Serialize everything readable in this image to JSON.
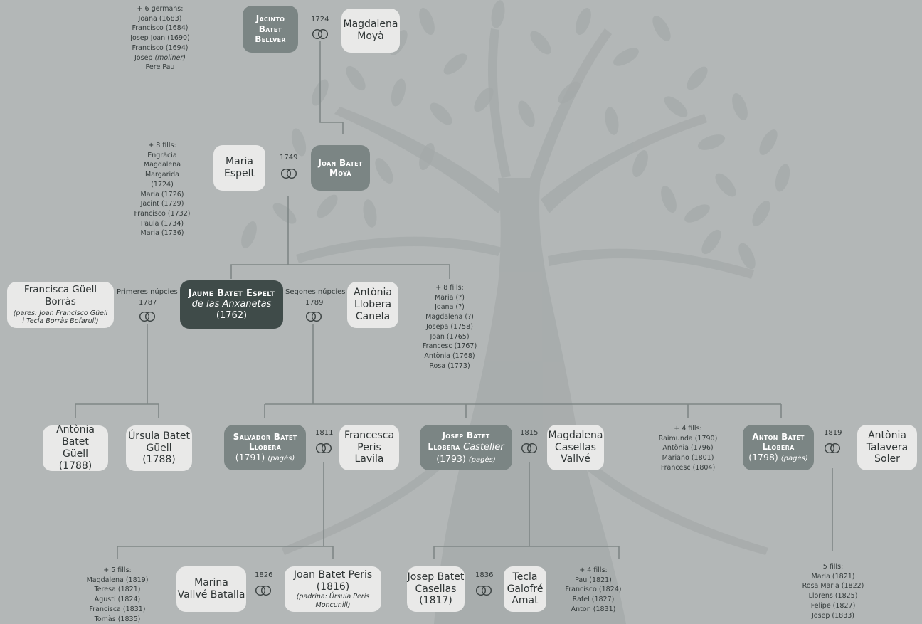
{
  "colors": {
    "background": "#b3b7b7",
    "tree_silhouette": "#a5aaaa",
    "box_light": "#e9e9e8",
    "box_mid": "#7b8584",
    "box_dark": "#3f4b49",
    "connector": "#7f8786"
  },
  "icons": {
    "marriage": "marriage-rings-icon"
  },
  "gen1": {
    "jacinto": {
      "line1": "Jacinto",
      "line2": "Batet",
      "line3": "Bellver"
    },
    "magdalena": {
      "line1": "Magdalena",
      "line2": "Moyà"
    },
    "marriage_year": "1724",
    "siblings": [
      "+ 6 germans:",
      "Joana (1683)",
      "Francisco (1684)",
      "Josep Joan (1690)",
      "Francisco (1694)",
      "Josep ",
      "(moliner)",
      "Pere Pau"
    ]
  },
  "gen2": {
    "maria": {
      "line1": "Maria",
      "line2": "Espelt"
    },
    "joan": {
      "line1": "Joan Batet",
      "line2": "Moyà"
    },
    "marriage_year": "1749",
    "children": [
      "+ 8 fills:",
      "Engràcia",
      "Magdalena",
      "Margarida",
      "(1724)",
      "Maria (1726)",
      "Jacint (1729)",
      "Francisco (1732)",
      "Paula (1734)",
      "Maria (1736)"
    ]
  },
  "gen3": {
    "francisca": {
      "name": "Francisca Güell Borràs",
      "note1": "(pares: Joan Francisco Güell",
      "note2": "i Tecla Borràs Bofarull)"
    },
    "first_marriage_label": "Primeres núpcies",
    "first_marriage_year": "1787",
    "jaume": {
      "line1": "Jaume Batet Espelt",
      "line2": "de las Anxanetas",
      "line3": "(1762)"
    },
    "second_marriage_label": "Segones núpcies",
    "second_marriage_year": "1789",
    "antonia": {
      "line1": "Antònia",
      "line2": "Llobera",
      "line3": "Canela"
    },
    "children": [
      "+ 8 fills:",
      "Maria (?)",
      "Joana (?)",
      "Magdalena (?)",
      "Josepa (1758)",
      "Joan (1765)",
      "Francesc (1767)",
      "Antònia (1768)",
      "Rosa (1773)"
    ]
  },
  "gen4": {
    "antonia_guell": {
      "line1": "Antònia Batet",
      "line2": "Güell",
      "line3": "(1788)"
    },
    "ursula": {
      "line1": "Úrsula Batet",
      "line2": "Güell",
      "line3": "(1788)"
    },
    "salvador": {
      "line1": "Salvador Batet",
      "line2": "Llobera",
      "line3": "(1791) ",
      "occupation": "(pagès)"
    },
    "salvador_marriage_year": "1811",
    "francesca": {
      "line1": "Francesca",
      "line2": "Peris",
      "line3": "Lavila"
    },
    "josep": {
      "line1": "Josep Batet",
      "line2": "Llobera ",
      "nickname": "Casteller",
      "line3": "(1793) ",
      "occupation": "(pagès)"
    },
    "josep_marriage_year": "1815",
    "magdalena_c": {
      "line1": "Magdalena",
      "line2": "Casellas",
      "line3": "Vallvé"
    },
    "siblings": [
      "+ 4 fills:",
      "Raimunda (1790)",
      "Antònia (1796)",
      "Mariano (1801)",
      "Francesc (1804)"
    ],
    "anton": {
      "line1": "Anton Batet",
      "line2": "Llobera",
      "line3": "(1798) ",
      "occupation": "(pagès)"
    },
    "anton_marriage_year": "1819",
    "antonia_t": {
      "line1": "Antònia",
      "line2": "Talavera",
      "line3": "Soler"
    }
  },
  "gen5": {
    "salvador_children": [
      "+ 5 fills:",
      "Magdalena (1819)",
      "Teresa (1821)",
      "Agustí (1824)",
      "Francisca (1831)",
      "Tomàs (1835)"
    ],
    "marina": {
      "line1": "Marina",
      "line2": "Vallvé Batalla"
    },
    "joan_marriage_year": "1826",
    "joan": {
      "line1": "Joan Batet Peris",
      "line2": "(1816)",
      "note1": "(padrina: Úrsula Peris",
      "note2": "Moncunill)"
    },
    "josep_c": {
      "line1": "Josep Batet",
      "line2": "Casellas",
      "line3": "(1817)"
    },
    "josep_marriage_year": "1836",
    "tecla": {
      "line1": "Tecla",
      "line2": "Galofré",
      "line3": "Amat"
    },
    "josep_siblings": [
      "+ 4 fills:",
      "Pau (1821)",
      "Francisco (1824)",
      "Rafel (1827)",
      "Anton (1831)"
    ],
    "anton_children": [
      "5 fills:",
      "Maria (1821)",
      "Rosa Maria (1822)",
      "Llorens (1825)",
      "Felipe (1827)",
      "Josep (1833)"
    ]
  }
}
